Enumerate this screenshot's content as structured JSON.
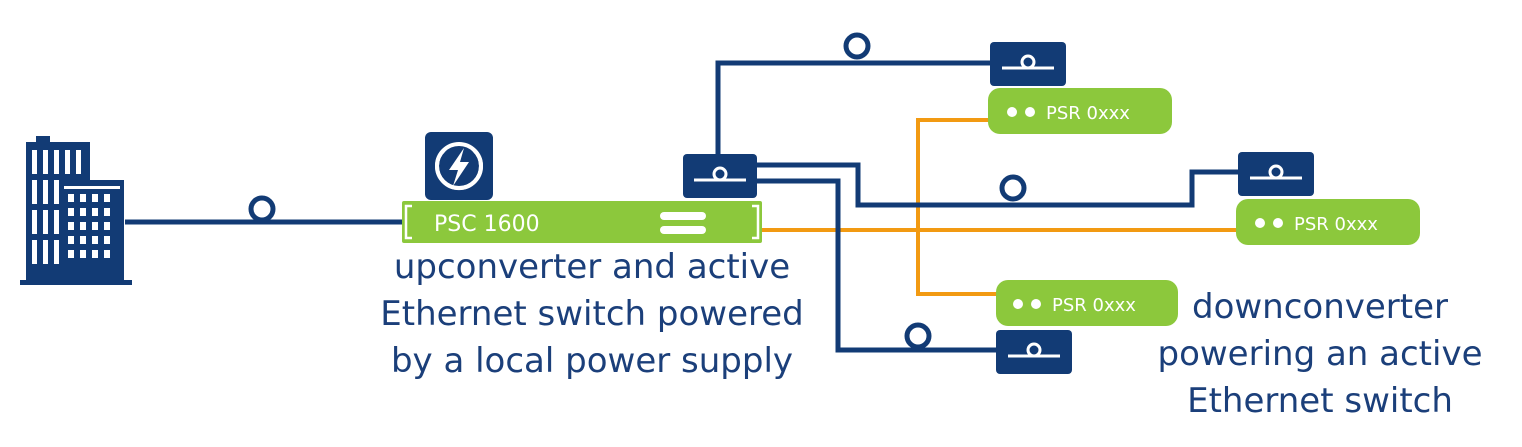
{
  "colors": {
    "navy": "#123b75",
    "green": "#8cc83c",
    "orange": "#f29a12",
    "white": "#ffffff",
    "text": "#1b3f7a"
  },
  "icons": {
    "building": "building-icon",
    "power": "lightning-bolt-icon",
    "fiber_loop": "fiber-loop-icon",
    "ethernet_switch": "ethernet-switch-icon"
  },
  "devices": {
    "psc": {
      "label": "PSC 1600"
    },
    "psr_top": {
      "label": "PSR 0xxx"
    },
    "psr_mid": {
      "label": "PSR 0xxx"
    },
    "psr_bottom": {
      "label": "PSR 0xxx"
    }
  },
  "captions": {
    "left": [
      "upconverter and active",
      "Ethernet switch powered",
      "by a local power supply"
    ],
    "right": [
      "downconverter",
      "powering an active",
      "Ethernet switch"
    ]
  }
}
